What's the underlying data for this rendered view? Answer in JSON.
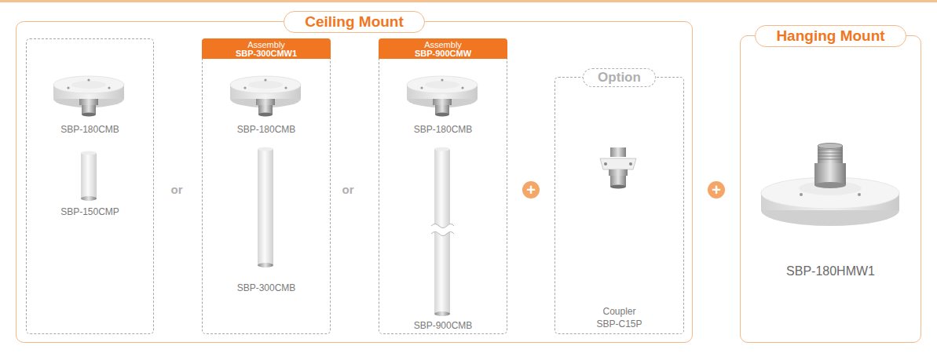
{
  "diagram": {
    "nodes": [
      {
        "text": [
          "Ceiling Mount"
        ]
      },
      {
        "text": [
          "SBP-180CMB",
          "SBP-150CMP"
        ],
        "in": 0
      },
      {
        "text": [
          "Assembly",
          "SBP-300CMW1",
          "SBP-180CMB",
          "SBP-300CMB"
        ],
        "in": 0
      },
      {
        "text": [
          "Assembly",
          "SBP-900CMW",
          "SBP-180CMB",
          "SBP-900CMB"
        ],
        "in": 0
      },
      {
        "text": [
          "Option",
          "Coupler",
          "SBP-C15P"
        ],
        "in": 0
      },
      {
        "text": [
          "Hanging Mount",
          "SBP-180HMW1"
        ]
      }
    ],
    "labels": [
      "or",
      "or",
      "+",
      "+"
    ]
  }
}
